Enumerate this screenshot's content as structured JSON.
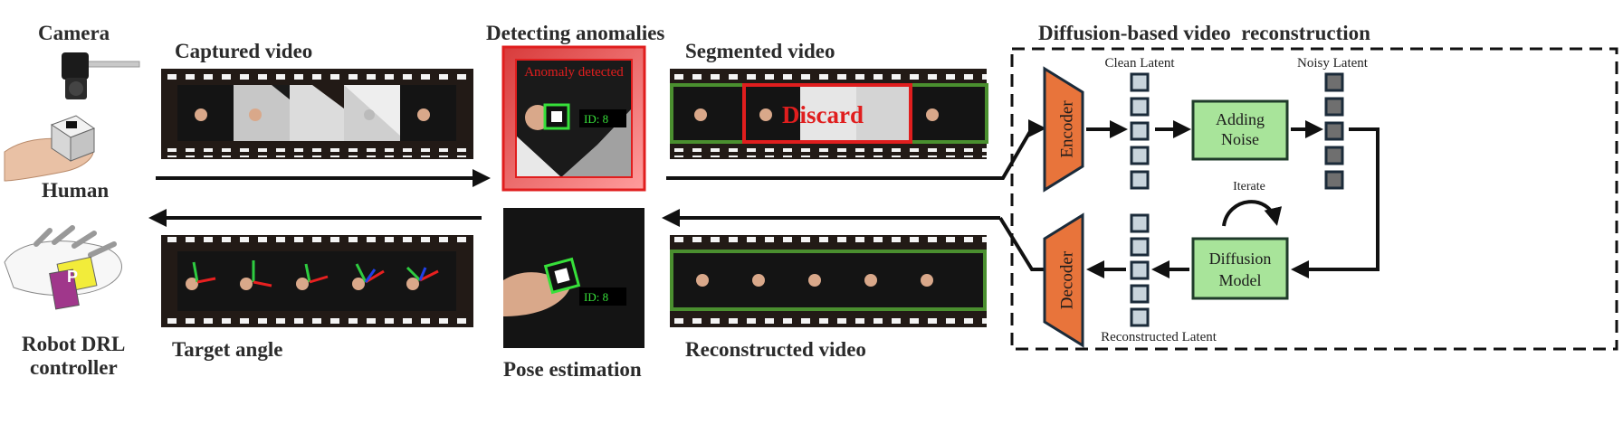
{
  "left": {
    "camera_label": "Camera",
    "human_label": "Human",
    "robot_label_line1": "Robot DRL",
    "robot_label_line2": "controller",
    "robot_cube_letter": "P"
  },
  "strips": {
    "captured": "Captured video",
    "target": "Target angle",
    "segmented": "Segmented video",
    "reconstructed": "Reconstructed video"
  },
  "center": {
    "detecting_title": "Detecting anomalies",
    "anomaly_text": "Anomaly detected",
    "anomaly_id": "ID: 8",
    "pose_title": "Pose estimation",
    "pose_id": "ID: 8"
  },
  "segmented_discard": "Discard",
  "diffusion": {
    "title": "Diffusion-based video  reconstruction",
    "encoder": "Encoder",
    "decoder": "Decoder",
    "clean_latent": "Clean Latent",
    "noisy_latent": "Noisy Latent",
    "adding_noise_line1": "Adding",
    "adding_noise_line2": "Noise",
    "iterate": "Iterate",
    "diffusion_model_line1": "Diffusion",
    "diffusion_model_line2": "Model",
    "reconstructed_latent": "Reconstructed Latent"
  },
  "colors": {
    "encoder_fill": "#e8743b",
    "box_fill": "#a8e49a",
    "box_border": "#1f3b2a",
    "latent_fill": "#c8d4dc",
    "noisy_fill": "#6f6f6f",
    "anomaly_red": "#e01e1e",
    "segment_green": "#4a8f2f",
    "film_dark": "#221a16"
  }
}
